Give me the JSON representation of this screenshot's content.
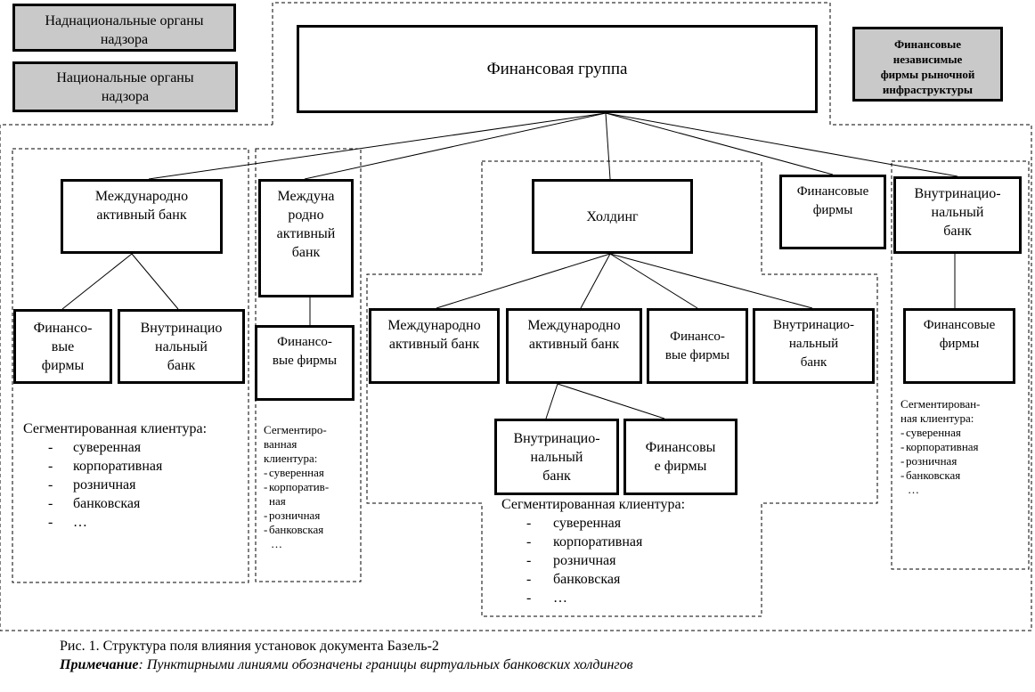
{
  "supervisors": {
    "supranational": "Наднациональные органы\nнадзора",
    "national": "Национальные органы\nнадзора",
    "independent": "Финансовые\nнезависимые\nфирмы рыночной\nинфраструктуры"
  },
  "group": {
    "title": "Финансовая группа"
  },
  "branch1": {
    "bank": "Международно\nактивный банк",
    "fin_firms": "Финансо-\nвые\nфирмы",
    "domestic_bank": "Внутринацио\nнальный\nбанк",
    "clients_title": "Сегментированная клиентура:",
    "clients": [
      "суверенная",
      "корпоративная",
      "розничная",
      "банковская"
    ],
    "ellipsis": "…"
  },
  "branch2": {
    "bank": "Междуна\nродно\nактивный\nбанк",
    "fin_firms": "Финансо-\nвые фирмы",
    "clients_title": "Сегментиро-\nванная\nклиентура:",
    "clients": [
      "суверенная",
      "корпоратив-\nная",
      "розничная",
      "банковская"
    ],
    "ellipsis": "…"
  },
  "holding": {
    "title": "Холдинг",
    "bank_a": "Международно\nактивный банк",
    "bank_b": "Международно\nактивный банк",
    "fin_firms": "Финансо-\nвые фирмы",
    "domestic_bank": "Внутринацио-\nнальный\nбанк",
    "sub_domestic_bank": "Внутринацио-\nнальный\nбанк",
    "sub_fin_firms": "Финансовы\nе фирмы",
    "clients_title": "Сегментированная клиентура:",
    "clients": [
      "суверенная",
      "корпоративная",
      "розничная",
      "банковская"
    ],
    "ellipsis": "…"
  },
  "branch4": {
    "fin_firms": "Финансовые\nфирмы"
  },
  "branch5": {
    "domestic_bank": "Внутринацио-\nнальный\nбанк",
    "fin_firms": "Финансовые\nфирмы",
    "clients_title": "Сегментирован-\nная клиентура:",
    "clients": [
      "суверенная",
      "корпоративная",
      "розничная",
      "банковская"
    ],
    "ellipsis": "…"
  },
  "caption": {
    "figure": "Рис. 1. Структура поля влияния установок документа Базель-2",
    "note_label": "Примечание",
    "note_text": ": Пунктирными линиями обозначены границы виртуальных банковских холдингов"
  }
}
